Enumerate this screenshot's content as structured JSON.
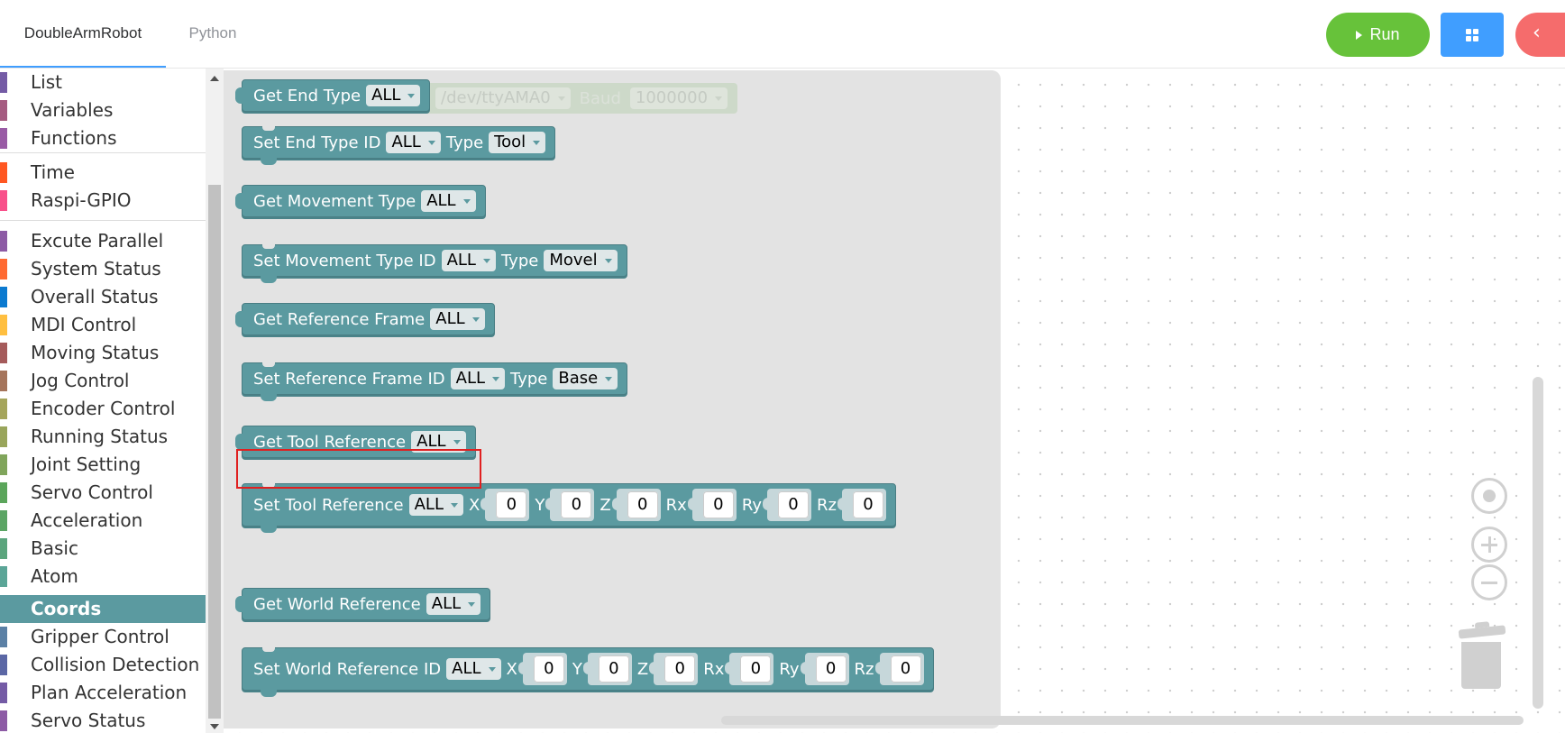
{
  "header": {
    "tabs": [
      {
        "label": "DoubleArmRobot",
        "active": true
      },
      {
        "label": "Python",
        "active": false
      }
    ],
    "run_label": "Run",
    "back_icon": "‹"
  },
  "sidebar": {
    "categories": [
      {
        "label": "List",
        "color": "#745ba5"
      },
      {
        "label": "Variables",
        "color": "#a55b80"
      },
      {
        "label": "Functions",
        "color": "#995ba5"
      },
      {
        "label": "Time",
        "color": "#ff5722"
      },
      {
        "label": "Raspi-GPIO",
        "color": "#f8508a"
      },
      {
        "label": "Excute Parallel",
        "color": "#8d5ba5"
      },
      {
        "label": "System Status",
        "color": "#ff6a32"
      },
      {
        "label": "Overall Status",
        "color": "#0b7ad0"
      },
      {
        "label": "MDI Control",
        "color": "#ffbf40"
      },
      {
        "label": "Moving Status",
        "color": "#a55b5b"
      },
      {
        "label": "Jog Control",
        "color": "#a5745b"
      },
      {
        "label": "Encoder Control",
        "color": "#a5a55b"
      },
      {
        "label": "Running Status",
        "color": "#99a55b"
      },
      {
        "label": "Joint Setting",
        "color": "#80a55b"
      },
      {
        "label": "Servo Control",
        "color": "#5ba55b"
      },
      {
        "label": "Acceleration",
        "color": "#5ba564"
      },
      {
        "label": "Basic",
        "color": "#5ba57d"
      },
      {
        "label": "Atom",
        "color": "#5ba597"
      },
      {
        "label": "Coords",
        "color": "#5b9aa0"
      },
      {
        "label": "Gripper Control",
        "color": "#5b80a5"
      },
      {
        "label": "Collision Detection",
        "color": "#5b67a5"
      },
      {
        "label": "Plan Acceleration",
        "color": "#745ba5"
      },
      {
        "label": "Servo Status",
        "color": "#8d5ba5"
      }
    ],
    "selected": "Coords"
  },
  "blocks": {
    "get_end_type": {
      "label": "Get End Type",
      "dd": "ALL"
    },
    "ghost_serial": {
      "port": "/dev/ttyAMA0",
      "baud_label": "Baud",
      "baud": "1000000"
    },
    "set_end_type": {
      "label": "Set End Type ID",
      "dd": "ALL",
      "type_label": "Type",
      "type": "Tool"
    },
    "get_movement_type": {
      "label": "Get Movement Type",
      "dd": "ALL"
    },
    "set_movement_type": {
      "label": "Set Movement Type ID",
      "dd": "ALL",
      "type_label": "Type",
      "type": "Movel"
    },
    "get_reference_frame": {
      "label": "Get Reference Frame",
      "dd": "ALL"
    },
    "set_reference_frame": {
      "label": "Set Reference Frame ID",
      "dd": "ALL",
      "type_label": "Type",
      "type": "Base"
    },
    "get_tool_reference": {
      "label": "Get Tool Reference",
      "dd": "ALL"
    },
    "set_tool_reference": {
      "label": "Set Tool Reference",
      "dd": "ALL",
      "x_label": "X",
      "y_label": "Y",
      "z_label": "Z",
      "rx_label": "Rx",
      "ry_label": "Ry",
      "rz_label": "Rz",
      "x": "0",
      "y": "0",
      "z": "0",
      "rx": "0",
      "ry": "0",
      "rz": "0"
    },
    "get_world_reference": {
      "label": "Get World Reference",
      "dd": "ALL"
    },
    "set_world_reference": {
      "label": "Set World Reference ID",
      "dd": "ALL",
      "x_label": "X",
      "y_label": "Y",
      "z_label": "Z",
      "rx_label": "Rx",
      "ry_label": "Ry",
      "rz_label": "Rz",
      "x": "0",
      "y": "0",
      "z": "0",
      "rx": "0",
      "ry": "0",
      "rz": "0"
    }
  },
  "colors": {
    "block": "#5b9aa0",
    "run": "#67c23a",
    "grid_btn": "#409eff",
    "back_btn": "#f56c6c",
    "highlight": "#e02020"
  }
}
